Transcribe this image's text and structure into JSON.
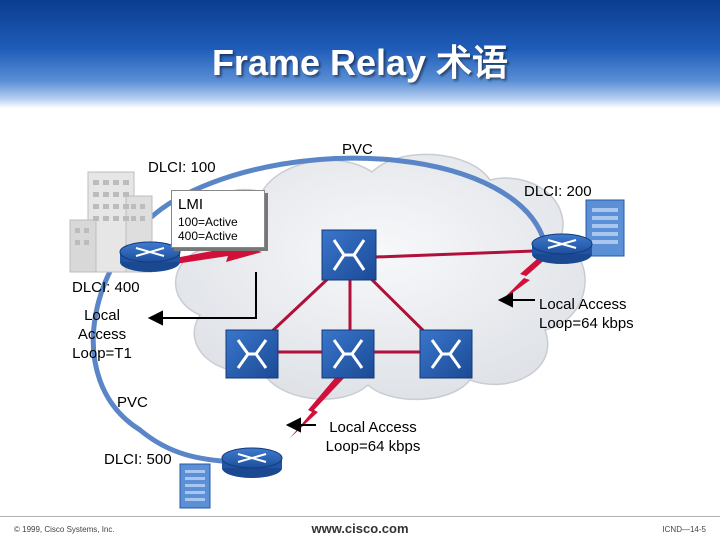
{
  "title": "Frame Relay 术语",
  "labels": {
    "pvc_top": "PVC",
    "dlci_100": "DLCI: 100",
    "dlci_200": "DLCI: 200",
    "dlci_400": "DLCI: 400",
    "dlci_500": "DLCI: 500",
    "pvc_left": "PVC",
    "local_access_left": "Local\nAccess\nLoop=T1",
    "local_access_right": "Local Access\nLoop=64 kbps",
    "local_access_bottom": "Local Access\nLoop=64 kbps"
  },
  "lmi": {
    "title": "LMI",
    "line1": "100=Active",
    "line2": "400=Active"
  },
  "footer": {
    "copyright": "© 1999, Cisco Systems, Inc.",
    "url": "www.cisco.com",
    "page": "ICND—14-5"
  },
  "colors": {
    "header": "#1f5cb8",
    "pvc_line": "#5a86c8",
    "trunk_line": "#b0103a",
    "lightning": "#d0103a",
    "router": "#2a62b3",
    "switch": "#2a62b3",
    "cloud": "#eef0f3"
  },
  "icons": [
    "building-icon",
    "router-icon",
    "frame-relay-switch-icon",
    "server-icon",
    "lightning-link-icon"
  ]
}
